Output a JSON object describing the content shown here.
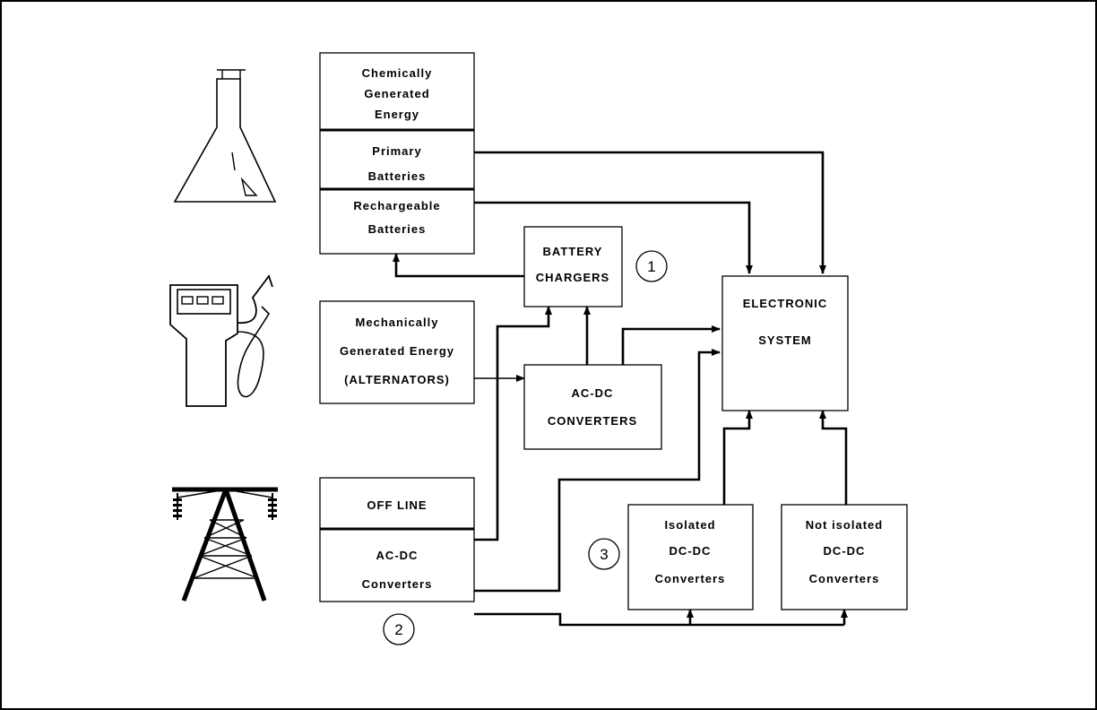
{
  "boxes": {
    "chemical": {
      "title": [
        "Chemically",
        "Generated",
        "Energy"
      ],
      "primary": [
        "Primary",
        "Batteries"
      ],
      "rechargeable": [
        "Rechargeable",
        "Batteries"
      ]
    },
    "battery_chargers": [
      "BATTERY",
      "CHARGERS"
    ],
    "electronic_system": [
      "ELECTRONIC",
      "SYSTEM"
    ],
    "mechanical": [
      "Mechanically",
      "Generated Energy",
      "(ALTERNATORS)"
    ],
    "acdc_converters": [
      "AC-DC",
      "CONVERTERS"
    ],
    "offline": {
      "title": "OFF LINE",
      "body": [
        "AC-DC",
        "Converters"
      ]
    },
    "isolated": [
      "Isolated",
      "DC-DC",
      "Converters"
    ],
    "not_isolated": [
      "Not isolated",
      "DC-DC",
      "Converters"
    ]
  },
  "callouts": [
    "1",
    "2",
    "3"
  ],
  "icons": [
    "flask-icon",
    "fuel-pump-icon",
    "power-tower-icon"
  ]
}
